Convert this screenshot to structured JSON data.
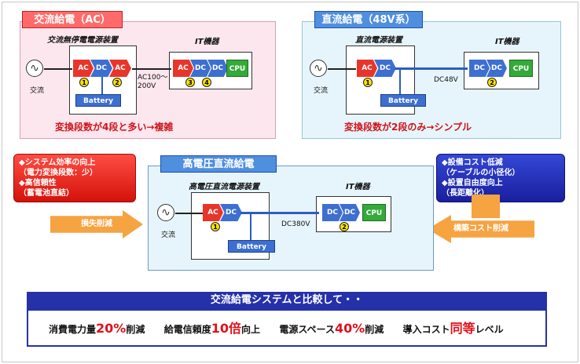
{
  "ac": {
    "title": "交流給電（AC）",
    "ups_label": "交流無停電電源装置",
    "it_label": "IT機器",
    "source_label": "交流",
    "stages_ups": [
      "AC",
      "DC",
      "AC"
    ],
    "stages_it": [
      "AC",
      "DC",
      "DC"
    ],
    "cpu": "CPU",
    "voltage": "AC100～\n200V",
    "battery": "Battery",
    "nums": [
      "1",
      "2",
      "3",
      "4"
    ],
    "note": "変換段数が4段と多い→複雑"
  },
  "dc": {
    "title": "直流給電（48V系）",
    "psu_label": "直流電源装置",
    "it_label": "IT機器",
    "source_label": "交流",
    "stages_psu": [
      "AC",
      "DC"
    ],
    "stages_it": [
      "DC",
      "DC"
    ],
    "cpu": "CPU",
    "voltage": "DC48V",
    "battery": "Battery",
    "nums": [
      "1",
      "2"
    ],
    "note": "変換段数が2段のみ→シンプル"
  },
  "hv": {
    "title": "高電圧直流給電",
    "psu_label": "高電圧直流電源装置",
    "it_label": "IT機器",
    "source_label": "交流",
    "stages_psu": [
      "AC",
      "DC"
    ],
    "stages_it": [
      "DC",
      "DC"
    ],
    "cpu": "CPU",
    "voltage": "DC380V",
    "battery": "Battery",
    "nums": [
      "1",
      "2"
    ]
  },
  "left_box": {
    "line1": "◆システム効率の向上",
    "line2": "（電力変換段数：少）",
    "line3": "◆高信頼性",
    "line4": "（蓄電池直結）"
  },
  "left_arrow": "損失削減",
  "right_box": {
    "line1": "◆設備コスト低減",
    "line2": "（ケーブルの小径化）",
    "line3": "◆設置自由度向上",
    "line4": "（長距離化）"
  },
  "right_arrow": "構築コスト削減",
  "summary": {
    "title": "交流給電システムと比較して・・",
    "item1_pre": "消費電力量",
    "item1_val": "20%",
    "item1_post": "削減",
    "item2_pre": "給電信頼度",
    "item2_val": "10倍",
    "item2_post": "向上",
    "item3_pre": "電源スペース",
    "item3_val": "40%",
    "item3_post": "削減",
    "item4_pre": "導入コスト",
    "item4_val": "同等",
    "item4_post": "レベル"
  },
  "colors": {
    "ac_tag": "#e8352b",
    "dc_tag": "#3d6fd1",
    "cpu": "#33aa3a",
    "summary": "#2531a9",
    "arrow": "#f6a341"
  }
}
